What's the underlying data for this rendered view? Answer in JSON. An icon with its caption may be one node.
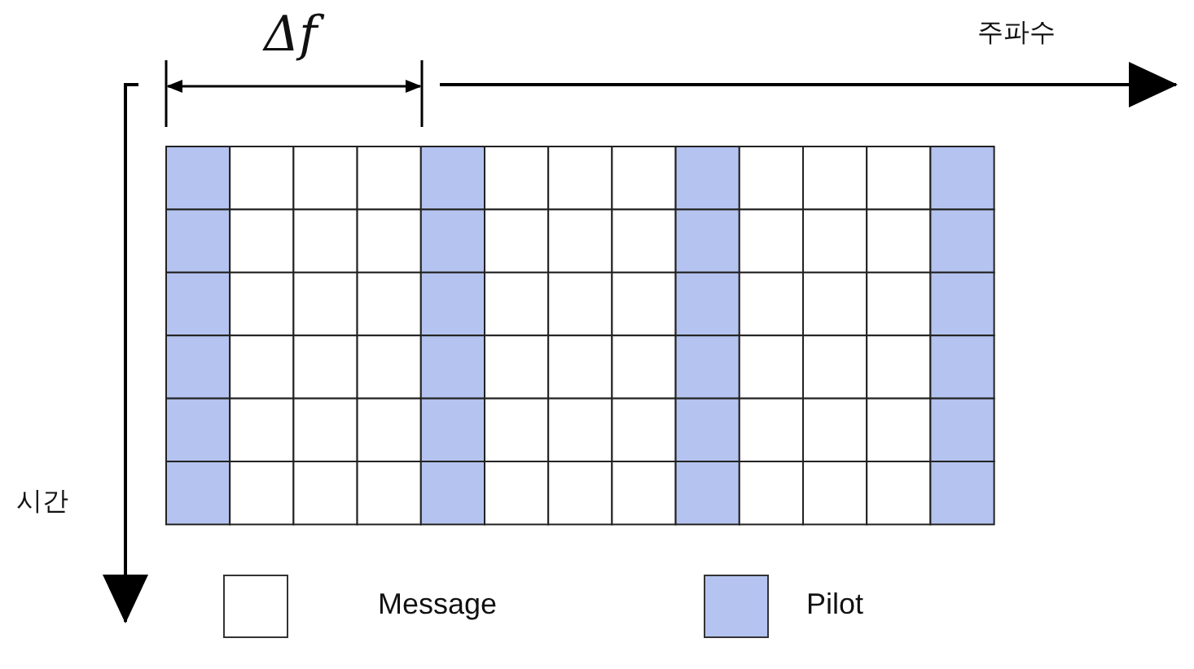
{
  "diagram": {
    "labels": [
      "Δf",
      "주파수",
      "시간"
    ],
    "legend": [
      {
        "text": "Message",
        "color": "#ffffff"
      },
      {
        "text": "Pilot",
        "color": "#b4c3ef"
      }
    ]
  }
}
